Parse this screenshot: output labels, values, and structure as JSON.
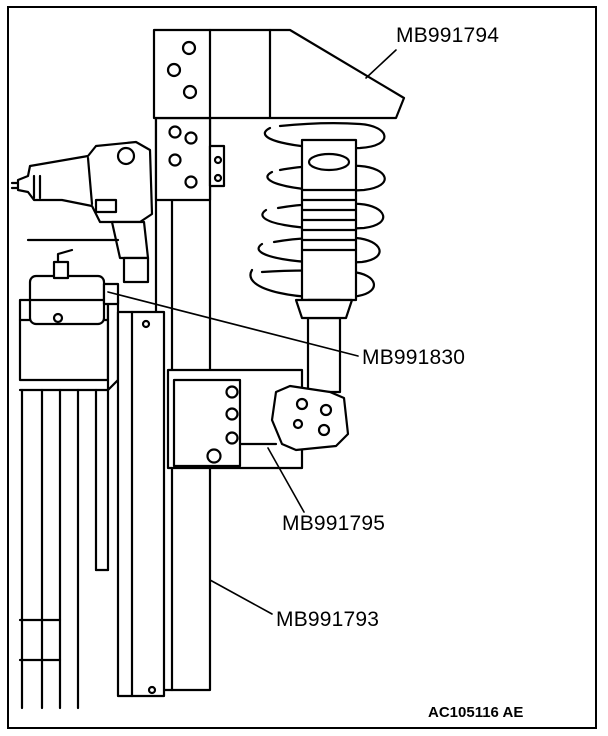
{
  "labels": {
    "strut_top_adapter": "MB991794",
    "impact_wrench_socket": "MB991830",
    "strut_clamp_bracket": "MB991795",
    "stand_base": "MB991793"
  },
  "figure_id": "AC105116 AE",
  "icons": [
    "coil-spring-icon",
    "impact-wrench-icon",
    "strut-icon",
    "bolt-icon"
  ],
  "colors": {
    "line": "#000000",
    "background": "#ffffff"
  }
}
